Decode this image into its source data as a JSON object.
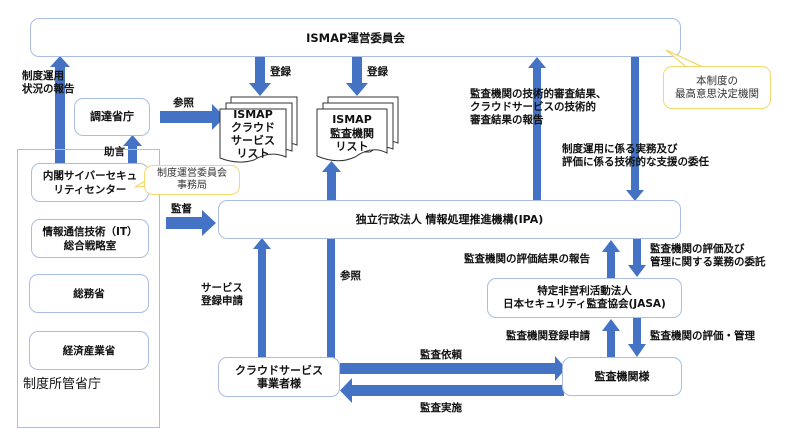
{
  "colors": {
    "arrow": "#4472c4",
    "box_border": "#a9bde6",
    "callout_border": "#f5d76e"
  },
  "committee": {
    "title": "ISMAP運営委員会"
  },
  "callouts": {
    "top_decision": [
      "本制度の",
      "最高意思決定機関"
    ],
    "secretariat": [
      "制度運営委員会",
      "事務局"
    ]
  },
  "ministries_group": {
    "label": "制度所管省庁",
    "items": [
      {
        "lines": [
          "内閣サイバーセキュ",
          "リティセンター"
        ]
      },
      {
        "lines": [
          "情報通信技術（IT）",
          "総合戦略室"
        ]
      },
      {
        "lines": [
          "総務省"
        ]
      },
      {
        "lines": [
          "経済産業省"
        ]
      }
    ]
  },
  "procurement": {
    "title": "調達省庁"
  },
  "lists": {
    "cloud": [
      "ISMAP",
      "クラウド",
      "サービス",
      "リスト"
    ],
    "auditor": [
      "ISMAP",
      "監査機関",
      "リスト"
    ]
  },
  "ipa": {
    "title": "独立行政法人 情報処理推進機構(IPA)"
  },
  "jasa": {
    "lines": [
      "特定非営利活動法人",
      "日本セキュリティ監査協会(JASA)"
    ]
  },
  "cloud_provider": {
    "lines": [
      "クラウドサービス",
      "事業者様"
    ]
  },
  "audit_org": {
    "title": "監査機関様"
  },
  "arrow_labels": {
    "status_report": [
      "制度運用",
      "状況の報告"
    ],
    "register_1": "登録",
    "register_2": "登録",
    "reference_top": "参照",
    "advice": "助言",
    "supervision": "監督",
    "tech_review_report": [
      "監査機関の技術的審査結果、",
      "クラウドサービスの技術的",
      "審査結果の報告"
    ],
    "delegation": [
      "制度運用に係る実務及び",
      "評価に係る技術的な支援の委任"
    ],
    "service_application": [
      "サービス",
      "登録申請"
    ],
    "reference_bottom": "参照",
    "eval_result_report": "監査機関の評価結果の報告",
    "eval_mgmt_delegation": [
      "監査機関の評価及び",
      "管理に関する業務の委託"
    ],
    "auditor_registration": "監査機関登録申請",
    "eval_mgmt": "監査機関の評価・管理",
    "audit_request": "監査依頼",
    "audit_execution": "監査実施"
  }
}
